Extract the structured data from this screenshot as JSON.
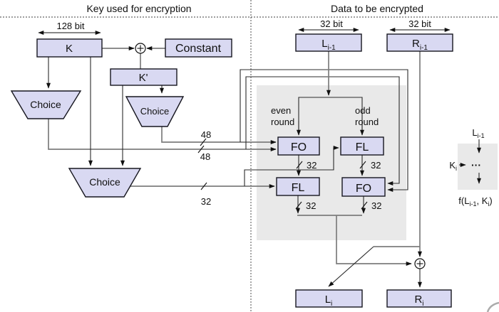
{
  "titles": {
    "left": "Key used for encryption",
    "right": "Data to be encrypted"
  },
  "measurements": {
    "key_bits": "128 bit",
    "left_bits": "32 bit",
    "right_bits": "32 bit"
  },
  "key_schedule": {
    "k": "K",
    "k_prime": "K'",
    "constant": "Constant",
    "choice1": "Choice",
    "choice2": "Choice",
    "choice3": "Choice",
    "width_upper": "48",
    "width_lower": "48",
    "width_fl": "32"
  },
  "rounds": {
    "even_line1": "even",
    "even_line2": "round",
    "odd_line1": "odd",
    "odd_line2": "round",
    "fo_top": "FO",
    "fl_top": "FL",
    "fl_bottom": "FL",
    "fo_bottom": "FO",
    "widths": {
      "fo_top": "32",
      "fl_top": "32",
      "fl_bottom": "32",
      "fo_bottom": "32"
    }
  },
  "registers": {
    "l_prev": {
      "main": "L",
      "sub": "i-1"
    },
    "r_prev": {
      "main": "R",
      "sub": "i-1"
    },
    "l_next": {
      "main": "L",
      "sub": "i"
    },
    "r_next": {
      "main": "R",
      "sub": "i"
    }
  },
  "legend": {
    "input": {
      "main": "L",
      "sub": "i-1"
    },
    "key": {
      "main": "K",
      "sub": "i"
    },
    "dots": "···",
    "output": {
      "p1": "f(L",
      "s1": "i-1",
      "p2": ", K",
      "s2": "i",
      "p3": ")"
    }
  },
  "colors": {
    "box-fill": "#d9d9f2",
    "box-stroke": "#16161f",
    "panel-fill": "#e9e9e9",
    "line-dark": "#2b2b2b",
    "line-gray": "#7d7d7d"
  }
}
